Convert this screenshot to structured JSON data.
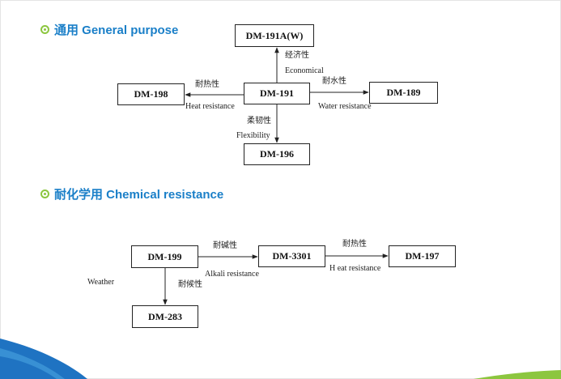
{
  "sections": {
    "general": {
      "title": "通用 General purpose"
    },
    "chemical": {
      "title": "耐化学用 Chemical resistance"
    }
  },
  "nodes": {
    "dm191aw": "DM-191A(W)",
    "dm198": "DM-198",
    "dm191": "DM-191",
    "dm189": "DM-189",
    "dm196": "DM-196",
    "dm199": "DM-199",
    "dm3301": "DM-3301",
    "dm197": "DM-197",
    "dm283": "DM-283"
  },
  "labels": {
    "economical_cn": "经济性",
    "economical_en": "Economical",
    "heat_cn_1": "耐热性",
    "heat_en_1": "Heat resistance",
    "water_cn": "耐水性",
    "water_en": "Water resistance",
    "flex_cn": "柔韧性",
    "flex_en": "Flexibility",
    "alkali_cn": "耐碱性",
    "alkali_en": "Alkali resistance",
    "heat_cn_2": "耐热性",
    "heat_en_2": "H eat resistance",
    "weather_cn": "耐候性",
    "weather_en": "Weather"
  },
  "colors": {
    "title_blue": "#1a7fc8",
    "bullet_green": "#8cc63f",
    "swoosh_blue": "#1f73c2",
    "swoosh_green": "#8cc63f"
  }
}
